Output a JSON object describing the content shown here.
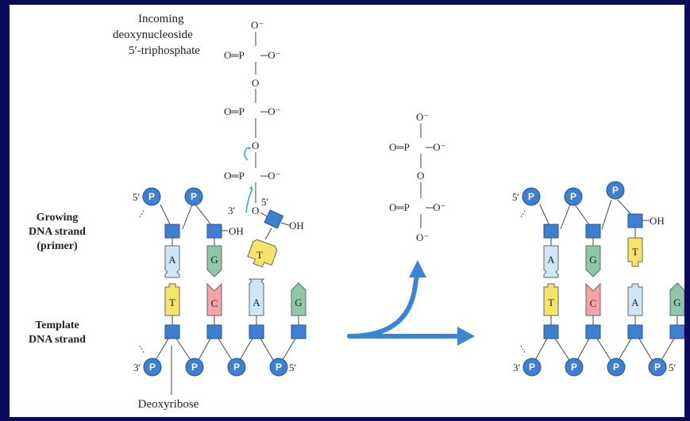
{
  "labels": {
    "incoming": [
      "Incoming",
      "deoxynucleoside",
      "5′-triphosphate"
    ],
    "growing": [
      "Growing",
      "DNA strand",
      "(primer)"
    ],
    "template": [
      "Template",
      "DNA strand"
    ],
    "deoxyribose": "Deoxyribose"
  },
  "chem": {
    "o_minus": "O⁻",
    "o_eq_p": "O═P",
    "dash_o_minus": "─O⁻",
    "o": "O",
    "oh": "OH",
    "three_prime": "3′",
    "five_prime": "5′",
    "p": "P"
  },
  "bases": {
    "A": "A",
    "G": "G",
    "T": "T",
    "C": "C"
  },
  "colors": {
    "background": "#0a0a5c",
    "sugar": "#3f7fd1",
    "A": "#cfe6f7",
    "G": "#8fc8a8",
    "T": "#f6e36a",
    "C": "#f4a3a8",
    "arrow": "#3b85d6"
  }
}
